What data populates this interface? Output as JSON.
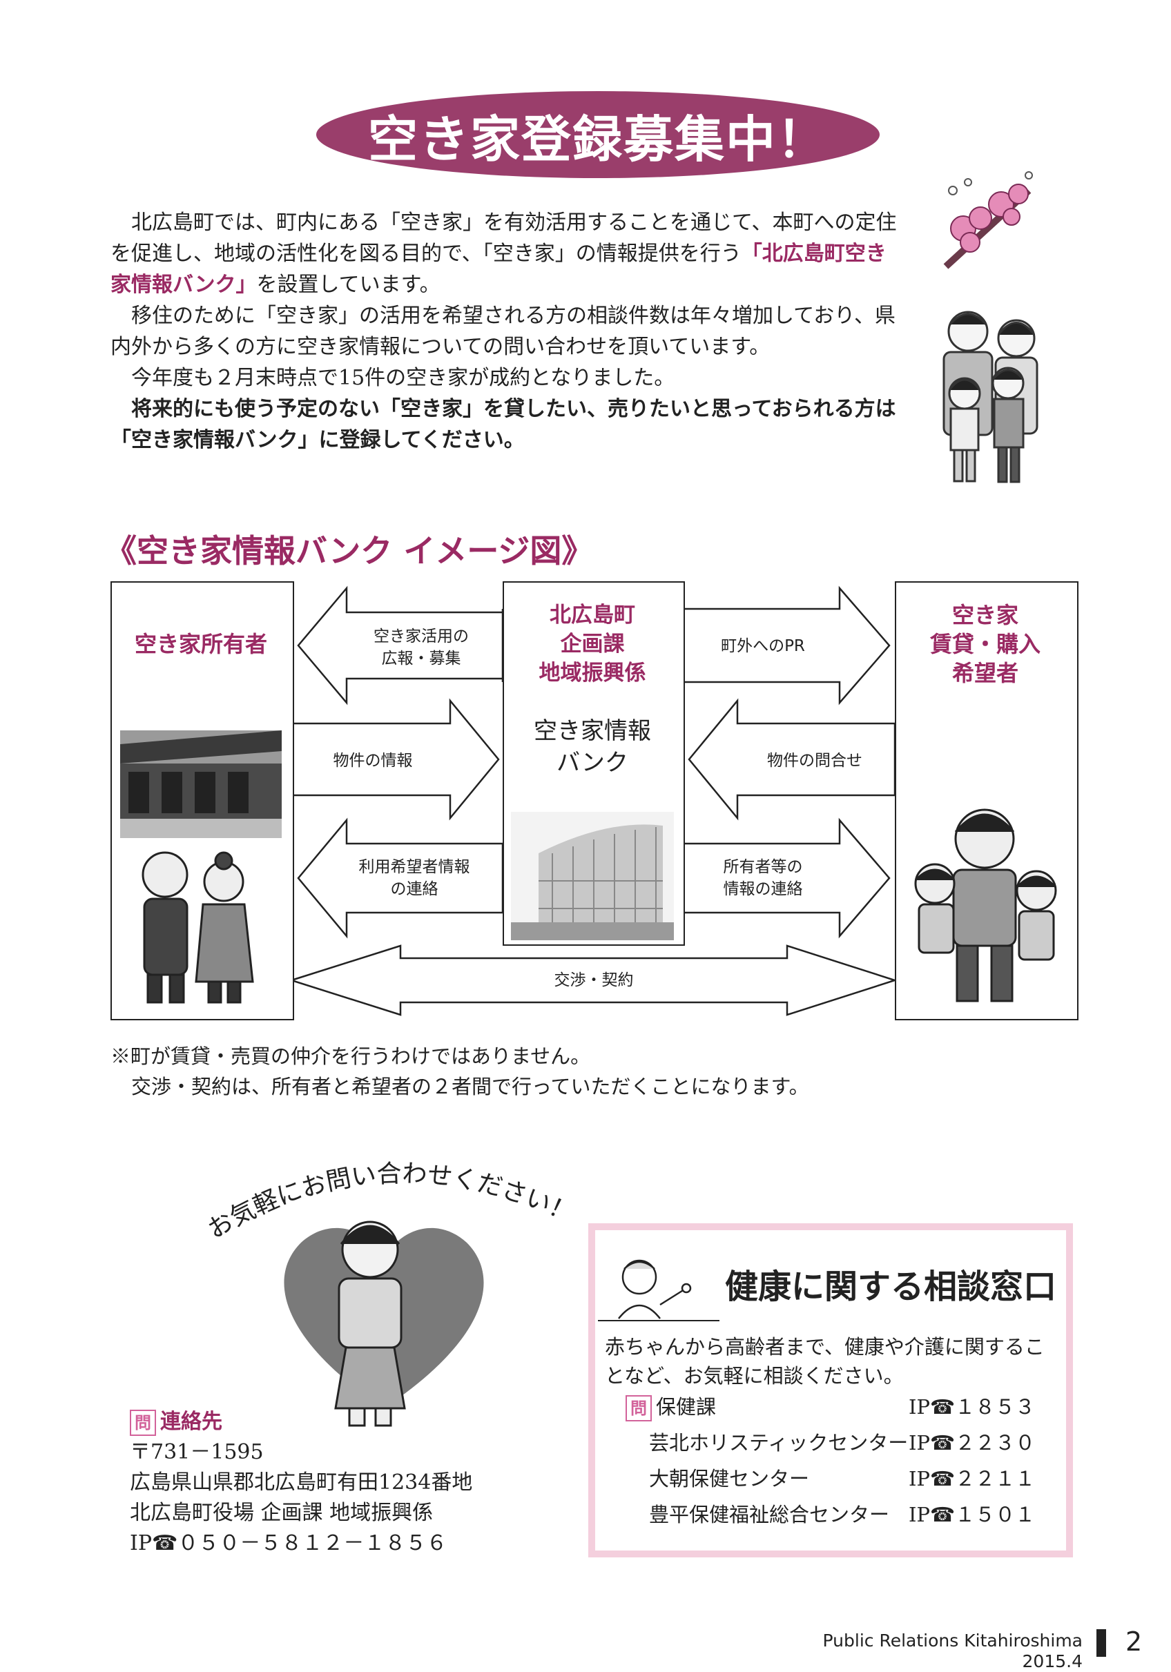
{
  "title": "空き家登録募集中！",
  "intro": {
    "p1_a": "北広島町では、町内にある「空き家」を有効活用することを通じて、本町への定住を促進し、地域の活性化を図る目的で、「空き家」の情報提供を行う",
    "p1_hl": "「北広島町空き家情報バンク」",
    "p1_b": "を設置しています。",
    "p2": "移住のために「空き家」の活用を希望される方の相談件数は年々増加しており、県内外から多くの方に空き家情報についての問い合わせを頂いています。",
    "p3": "今年度も２月末時点で15件の空き家が成約となりました。",
    "p4": "将来的にも使う予定のない「空き家」を貸したい、売りたいと思っておられる方は「空き家情報バンク」に登録してください。"
  },
  "diagram": {
    "heading": "《空き家情報バンク イメージ図》",
    "owner": "空き家所有者",
    "center_dept": [
      "北広島町",
      "企画課",
      "地域振興係"
    ],
    "center_bank": [
      "空き家情報",
      "バンク"
    ],
    "seeker": [
      "空き家",
      "賃貸・購入",
      "希望者"
    ],
    "arrows": {
      "pr_recruit": [
        "空き家活用の",
        "広報・募集"
      ],
      "outside_pr": "町外へのPR",
      "property_info": "物件の情報",
      "property_inquiry": "物件の問合せ",
      "user_info": [
        "利用希望者情報",
        "の連絡"
      ],
      "owner_info": [
        "所有者等の",
        "情報の連絡"
      ],
      "negotiation": "交渉・契約"
    }
  },
  "note": {
    "line1": "※町が賃貸・売買の仲介を行うわけではありません。",
    "line2": "交渉・契約は、所有者と希望者の２者間で行っていただくことになります。"
  },
  "contact": {
    "arc_text": "お気軽にお問い合わせください！",
    "mon": "問",
    "label": "連絡先",
    "postal": "〒731－1595",
    "address": "広島県山県郡北広島町有田1234番地",
    "office": "北広島町役場 企画課 地域振興係",
    "phone": "IP☎０５０－５８１２－１８５６"
  },
  "health": {
    "title": "健康に関する相談窓口",
    "text": "赤ちゃんから高齢者まで、健康や介護に関することなど、お気軽に相談ください。",
    "mon": "問",
    "rows": [
      {
        "name": "保健課",
        "phone": "IP☎１８５３"
      },
      {
        "name": "芸北ホリスティックセンター",
        "phone": "IP☎２２３０"
      },
      {
        "name": "大朝保健センター",
        "phone": "IP☎２２１１"
      },
      {
        "name": "豊平保健福祉総合センター",
        "phone": "IP☎１５０１"
      }
    ]
  },
  "footer": {
    "publication": "Public Relations Kitahiroshima",
    "date": "2015.4",
    "page": "2"
  },
  "colors": {
    "accent": "#9a2a63",
    "pill": "#9a3e6b",
    "pink_border": "#f4cfdd"
  }
}
